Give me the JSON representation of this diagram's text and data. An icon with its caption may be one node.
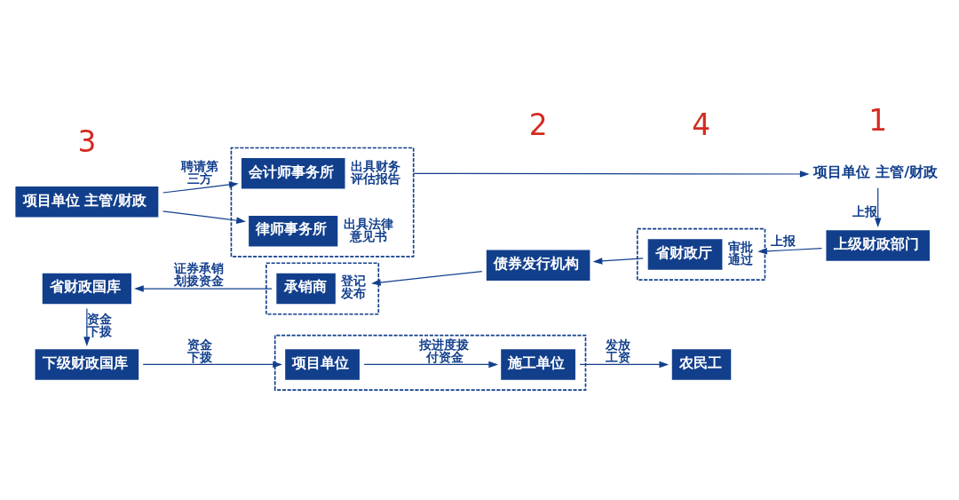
{
  "diagram": {
    "nodes": [
      {
        "text": [
          "项目单位 主管/财政"
        ]
      },
      {
        "text": [],
        "shape": "box"
      },
      {
        "text": [
          "会计师事务所"
        ],
        "in": 1,
        "beside": [
          "出具财务评估报告"
        ]
      },
      {
        "text": [
          "律师事务所"
        ],
        "in": 1,
        "beside": [
          "出具法律意见书"
        ]
      },
      {
        "text": [
          "项目单位 主管/财政"
        ]
      },
      {
        "text": [
          "上级财政部门"
        ]
      },
      {
        "text": [],
        "shape": "box"
      },
      {
        "text": [
          "省财政厅"
        ],
        "in": 6,
        "beside": [
          "审批通过"
        ]
      },
      {
        "text": [
          "债券发行机构"
        ]
      },
      {
        "text": [],
        "shape": "box"
      },
      {
        "text": [
          "承销商"
        ],
        "in": 9,
        "beside": [
          "登记发布"
        ]
      },
      {
        "text": [
          "省财政国库"
        ]
      },
      {
        "text": [
          "下级财政国库"
        ]
      },
      {
        "text": [],
        "shape": "box"
      },
      {
        "text": [
          "项目单位"
        ],
        "in": 13
      },
      {
        "text": [
          "施工单位"
        ],
        "in": 13
      },
      {
        "text": [
          "农民工"
        ]
      }
    ],
    "edges": [
      {
        "from": 0,
        "to": 2,
        "arrow": "to",
        "label": "聘请第三方"
      },
      {
        "from": 0,
        "to": 3,
        "arrow": "to"
      },
      {
        "from": 1,
        "to": 4,
        "arrow": "to"
      },
      {
        "from": 4,
        "to": 5,
        "arrow": "to",
        "label": "上报"
      },
      {
        "from": 5,
        "to": 7,
        "arrow": "to",
        "label": "上报"
      },
      {
        "from": 7,
        "to": 8,
        "arrow": "to"
      },
      {
        "from": 8,
        "to": 10,
        "arrow": "to"
      },
      {
        "from": 10,
        "to": 11,
        "arrow": "to",
        "label": "证券承销划拨资金"
      },
      {
        "from": 11,
        "to": 12,
        "arrow": "to",
        "label": "资金下拨"
      },
      {
        "from": 12,
        "to": 14,
        "arrow": "to",
        "label": "资金下拨"
      },
      {
        "from": 14,
        "to": 15,
        "arrow": "to",
        "label": "按进度拨付资金"
      },
      {
        "from": 15,
        "to": 16,
        "arrow": "to",
        "label": "发放工资"
      }
    ],
    "labels": [
      "1",
      "2",
      "3",
      "4"
    ]
  }
}
